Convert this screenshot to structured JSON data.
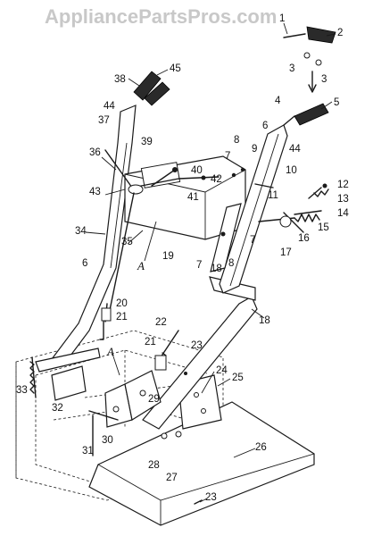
{
  "watermark": "AppliancePartsPros.com",
  "callouts": {
    "c1": "1",
    "c2": "2",
    "c3a": "3",
    "c3b": "3",
    "c4": "4",
    "c5": "5",
    "c6a": "6",
    "c6b": "6",
    "c7a": "7",
    "c7b": "7",
    "c7c": "7",
    "c8a": "8",
    "c8b": "8",
    "c9": "9",
    "c10": "10",
    "c11": "11",
    "c12": "12",
    "c13": "13",
    "c14": "14",
    "c15": "15",
    "c16": "16",
    "c17": "17",
    "c18a": "18",
    "c18b": "18",
    "c19": "19",
    "c20": "20",
    "c21a": "21",
    "c21b": "21",
    "c22": "22",
    "c23a": "23",
    "c23b": "23",
    "c24": "24",
    "c25": "25",
    "c26": "26",
    "c27": "27",
    "c28": "28",
    "c29": "29",
    "c30": "30",
    "c31": "31",
    "c32": "32",
    "c33": "33",
    "c34": "34",
    "c35": "35",
    "c36": "36",
    "c37": "37",
    "c38": "38",
    "c39": "39",
    "c40": "40",
    "c41": "41",
    "c42": "42",
    "c43": "43",
    "c44a": "44",
    "c44b": "44",
    "c45": "45",
    "refA1": "A",
    "refA2": "A"
  }
}
